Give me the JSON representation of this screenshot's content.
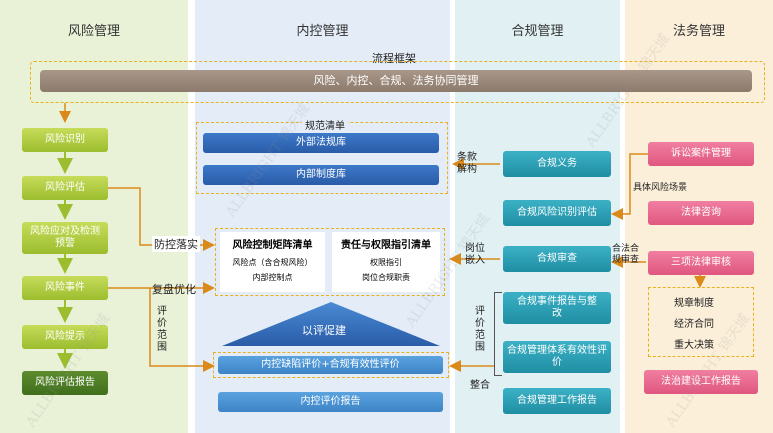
{
  "columns": {
    "risk": "风险管理",
    "internal_control": "内控管理",
    "compliance": "合规管理",
    "legal": "法务管理"
  },
  "framework": {
    "label": "流程框架",
    "bar": "风险、内控、合规、法务协同管理"
  },
  "risk_steps": [
    "风险识别",
    "风险评估",
    "风险应对及检测预警",
    "风险事件",
    "风险提示",
    "风险评估报告"
  ],
  "side_labels": {
    "fangkong": "防控落实",
    "fupan": "复盘优化",
    "pingjia_left": "评价范围",
    "pingjia_right": "评价范围",
    "tiaokuan": "条款解构",
    "gangwei": "岗位嵌入",
    "zhenghe": "整合",
    "hefa_tishen": "合法合规审查",
    "jutifengxian": "具体风险场景"
  },
  "guifan": {
    "title": "规范清单",
    "items": [
      "外部法规库",
      "内部制度库"
    ]
  },
  "matrix": {
    "title": "风险控制矩阵清单",
    "lines": [
      "风险点（含合规风险）",
      "内部控制点"
    ]
  },
  "authority": {
    "title": "责任与权限指引清单",
    "lines": [
      "权限指引",
      "岗位合规职责"
    ]
  },
  "evaluate": {
    "tri": "以评促建",
    "eval_box": "内控缺陷评价+合规有效性评价",
    "report": "内控评价报告"
  },
  "compliance_items": [
    "合规义务",
    "合规风险识别评估",
    "合规审查",
    "合规事件报告与整改",
    "合规管理体系有效性评价",
    "合规管理工作报告"
  ],
  "legal_items": [
    "诉讼案件管理",
    "法律咨询",
    "三项法律审核"
  ],
  "legal_review_list": [
    "规章制度",
    "经济合同",
    "重大决策"
  ],
  "legal_report": "法治建设工作报告",
  "watermark": "ALLBRIGHT 锦天城"
}
